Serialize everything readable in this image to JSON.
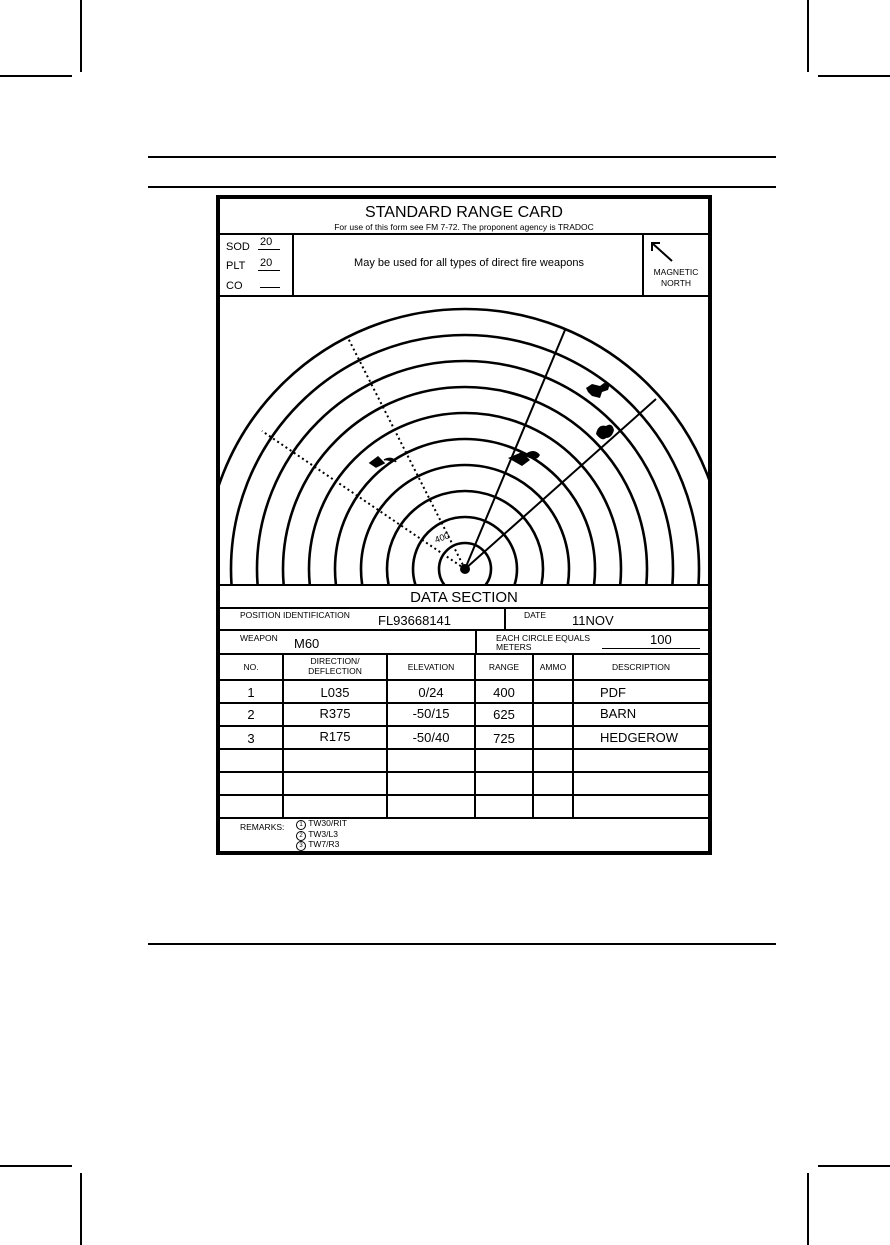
{
  "card": {
    "title": "STANDARD RANGE CARD",
    "subtitle": "For use of this form see FM 7-72. The proponent agency is TRADOC",
    "sod_label": "SOD",
    "sod_value": "20",
    "plt_label": "PLT",
    "plt_value": "20",
    "co_label": "CO",
    "co_value": "—",
    "usage_text": "May be used for all types of direct fire weapons",
    "north_label_1": "MAGNETIC",
    "north_label_2": "NORTH"
  },
  "sketch": {
    "circle_count": 10,
    "distance_label": "400"
  },
  "data_section": {
    "title": "DATA SECTION",
    "position_label": "POSITION IDENTIFICATION",
    "position_value": "FL93668141",
    "date_label": "DATE",
    "date_value": "11NOV",
    "weapon_label": "WEAPON",
    "weapon_value": "M60",
    "circle_label_1": "EACH CIRCLE EQUALS",
    "circle_label_2": "METERS",
    "circle_value": "100",
    "columns": {
      "no": "NO.",
      "direction_1": "DIRECTION/",
      "direction_2": "DEFLECTION",
      "elevation": "ELEVATION",
      "range": "RANGE",
      "ammo": "AMMO",
      "description": "DESCRIPTION"
    },
    "rows": [
      {
        "no": "1",
        "direction": "L035",
        "elevation": "0/24",
        "range": "400",
        "ammo": "",
        "description": "PDF"
      },
      {
        "no": "2",
        "direction": "R375",
        "elevation": "-50/15",
        "range": "625",
        "ammo": "",
        "description": "BARN"
      },
      {
        "no": "3",
        "direction": "R175",
        "elevation": "-50/40",
        "range": "725",
        "ammo": "",
        "description": "HEDGEROW"
      }
    ],
    "remarks_label": "REMARKS:",
    "remarks": [
      {
        "num": "1",
        "text": "TW30/RIT"
      },
      {
        "num": "2",
        "text": "TW3/L3"
      },
      {
        "num": "3",
        "text": "TW7/R3"
      }
    ]
  }
}
